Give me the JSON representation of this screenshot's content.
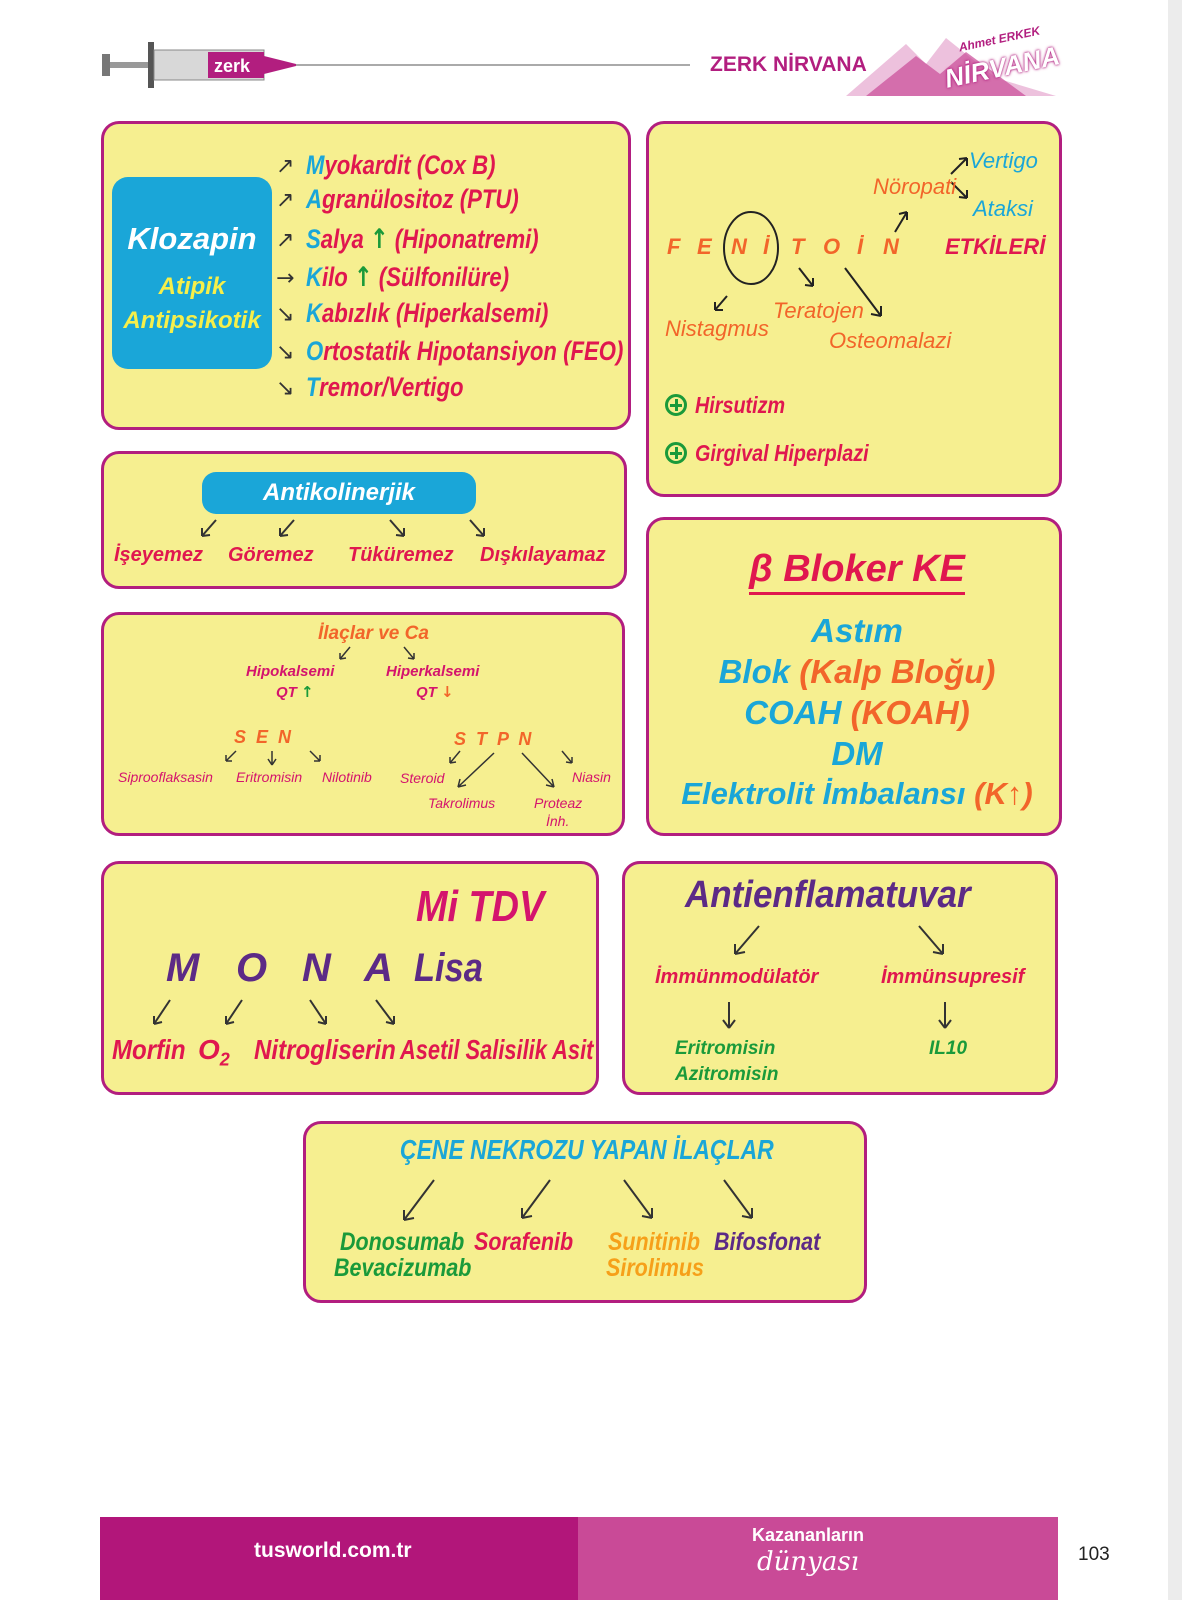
{
  "header": {
    "syringe_label": "zerk",
    "brand": "ZERK NİRVANA",
    "logo_author": "Ahmet ERKEK",
    "logo_title": "NİRVANA"
  },
  "klozapin": {
    "title": "Klozapin",
    "subtitle1": "Atipik",
    "subtitle2": "Antipsikotik",
    "items": [
      {
        "initial": "M",
        "rest": "yokardit (Cox B)",
        "arrow": "↗"
      },
      {
        "initial": "A",
        "rest": "granülositoz (PTU)",
        "arrow": "↗"
      },
      {
        "initial": "S",
        "rest": "alya",
        "mark": "↑",
        "paren": "(Hiponatremi)",
        "arrow": "↗"
      },
      {
        "initial": "K",
        "rest": "ilo",
        "mark": "↑",
        "paren": "(Sülfonilüre)",
        "arrow": "→"
      },
      {
        "initial": "K",
        "rest": "abızlık (Hiperkalsemi)",
        "arrow": "↘"
      },
      {
        "initial": "O",
        "rest": "rtostatik Hipotansiyon (FEO)",
        "arrow": "↘"
      },
      {
        "initial": "T",
        "rest": "remor/Vertigo",
        "arrow": "↘"
      }
    ]
  },
  "fenitoin": {
    "letters": [
      "F",
      "E",
      "N",
      "İ",
      "T",
      "O",
      "İ",
      "N"
    ],
    "effects_label": "ETKİLERİ",
    "noropati": "Nöropati",
    "vertigo": "Vertigo",
    "ataksi": "Ataksi",
    "nistagmus": "Nistagmus",
    "teratojen": "Teratojen",
    "osteomalazi": "Osteomalazi",
    "plus_items": [
      "Hirsutizm",
      "Girgival Hiperplazi"
    ]
  },
  "antikolinerjik": {
    "title": "Antikolinerjik",
    "items": [
      "İşeyemez",
      "Göremez",
      "Tüküremez",
      "Dışkılayamaz"
    ]
  },
  "ilaclar_ca": {
    "title": "İlaçlar ve Ca",
    "hipo": "Hipokalsemi",
    "hipo_qt": "QT",
    "hiper": "Hiperkalsemi",
    "hiper_qt": "QT",
    "sen_letters": "S  E  N",
    "stpn_letters": "S  T  P  N",
    "sen_items": [
      "Siprooflaksasin",
      "Eritromisin",
      "Nilotinib"
    ],
    "steroid": "Steroid",
    "takrolimus": "Takrolimus",
    "proteaz": "Proteaz",
    "inh": "İnh.",
    "niasin": "Niasin"
  },
  "beta_bloker": {
    "title": "β Bloker KE",
    "astim": "Astım",
    "blok": "Blok",
    "blok_paren": "(Kalp Bloğu)",
    "coah": "COAH",
    "coah_paren": "(KOAH)",
    "dm": "DM",
    "elektrolit": "Elektrolit İmbalansı",
    "elektrolit_paren": "(K↑)"
  },
  "mi_tdv": {
    "title": "Mi TDV",
    "letters": [
      "M",
      "O",
      "N",
      "A"
    ],
    "lisa": "Lisa",
    "items": [
      "Morfin",
      "O",
      "Nitrogliserin",
      "Asetil Salisilik Asit"
    ],
    "o2_sub": "2"
  },
  "antienflamatuvar": {
    "title": "Antienflamatuvar",
    "left": "İmmünmodülatör",
    "right": "İmmünsupresif",
    "left_items": [
      "Eritromisin",
      "Azitromisin"
    ],
    "right_items": [
      "IL10"
    ]
  },
  "cene": {
    "title": "ÇENE NEKROZU YAPAN İLAÇLAR",
    "items": [
      "Donosumab",
      "Bevacizumab",
      "Sorafenib",
      "Sunitinib",
      "Sirolimus",
      "Bifosfonat"
    ]
  },
  "footer": {
    "url": "tusworld.com.tr",
    "slogan1": "Kazananların",
    "slogan2": "dünyası",
    "page_number": "103"
  },
  "colors": {
    "box_fill": "#f6ef90",
    "box_border": "#b21e7f",
    "blue": "#1aa6d8",
    "red": "#e0174f",
    "orange": "#f2652a",
    "green": "#1a9a3a",
    "purple": "#5c2a86",
    "footer_dark": "#b2167a",
    "footer_light": "#c94a97"
  }
}
